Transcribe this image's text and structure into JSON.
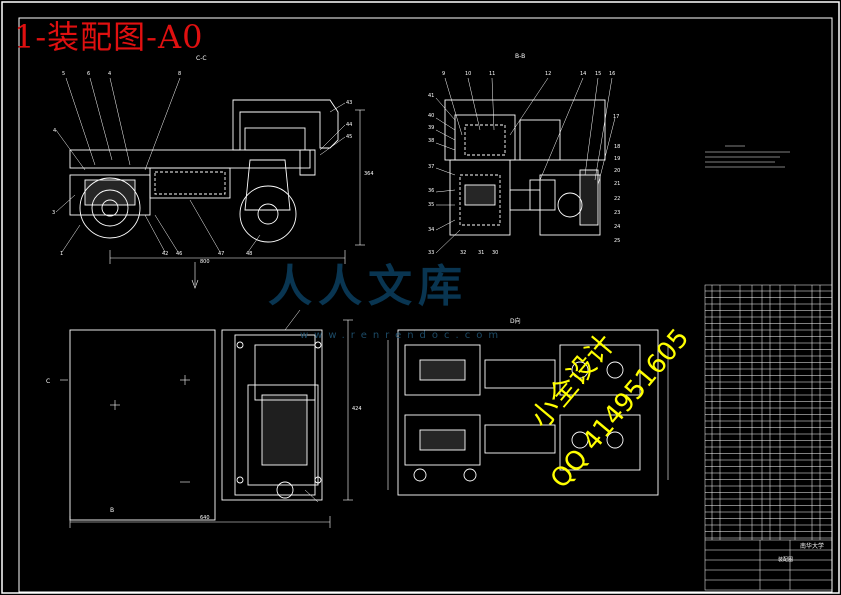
{
  "title": "1-装配图-A0",
  "views": {
    "cc": {
      "label": "C-C",
      "dim_width": "800",
      "dim_height": "364"
    },
    "bb": {
      "label": "B-B"
    },
    "top": {
      "dim_width": "640",
      "dim_height": "424",
      "label_c": "C",
      "label_b": "B"
    },
    "d": {
      "label": "D向"
    }
  },
  "part_numbers_left": [
    "5",
    "6",
    "4",
    "8",
    "43",
    "44",
    "45",
    "4",
    "3",
    "1",
    "42",
    "46",
    "47",
    "48"
  ],
  "part_numbers_mid": [
    "9",
    "10",
    "11",
    "12",
    "14",
    "15",
    "16",
    "17",
    "41",
    "40",
    "39",
    "38",
    "37",
    "36",
    "35",
    "34",
    "33",
    "32",
    "31",
    "30",
    "18",
    "19",
    "20",
    "21",
    "22",
    "23",
    "24",
    "25"
  ],
  "tech_req_lines": 5,
  "watermark": {
    "text": "人人文库",
    "url": "www.renrendoc.com",
    "text2": "小全设计",
    "qq": "QQ 414951605"
  },
  "title_block": {
    "school": "南华大学",
    "drawing": "装配图",
    "text": "装配图"
  }
}
